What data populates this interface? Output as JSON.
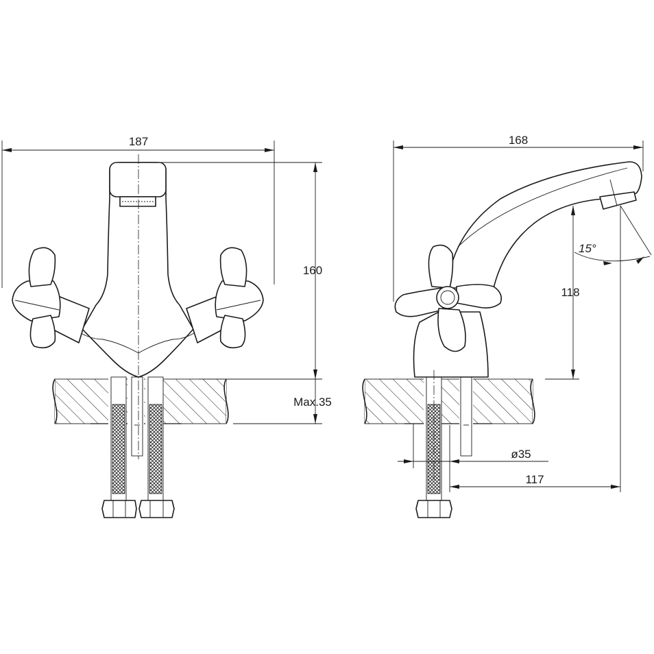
{
  "front_view": {
    "width_label": "187",
    "height_label": "160",
    "counter_label": "Max.35"
  },
  "side_view": {
    "length_label": "168",
    "angle_label": "15°",
    "spout_height_label": "118",
    "bore_label": "ø35",
    "reach_label": "117"
  },
  "colors": {
    "line": "#1a1a1a",
    "background": "#ffffff"
  }
}
